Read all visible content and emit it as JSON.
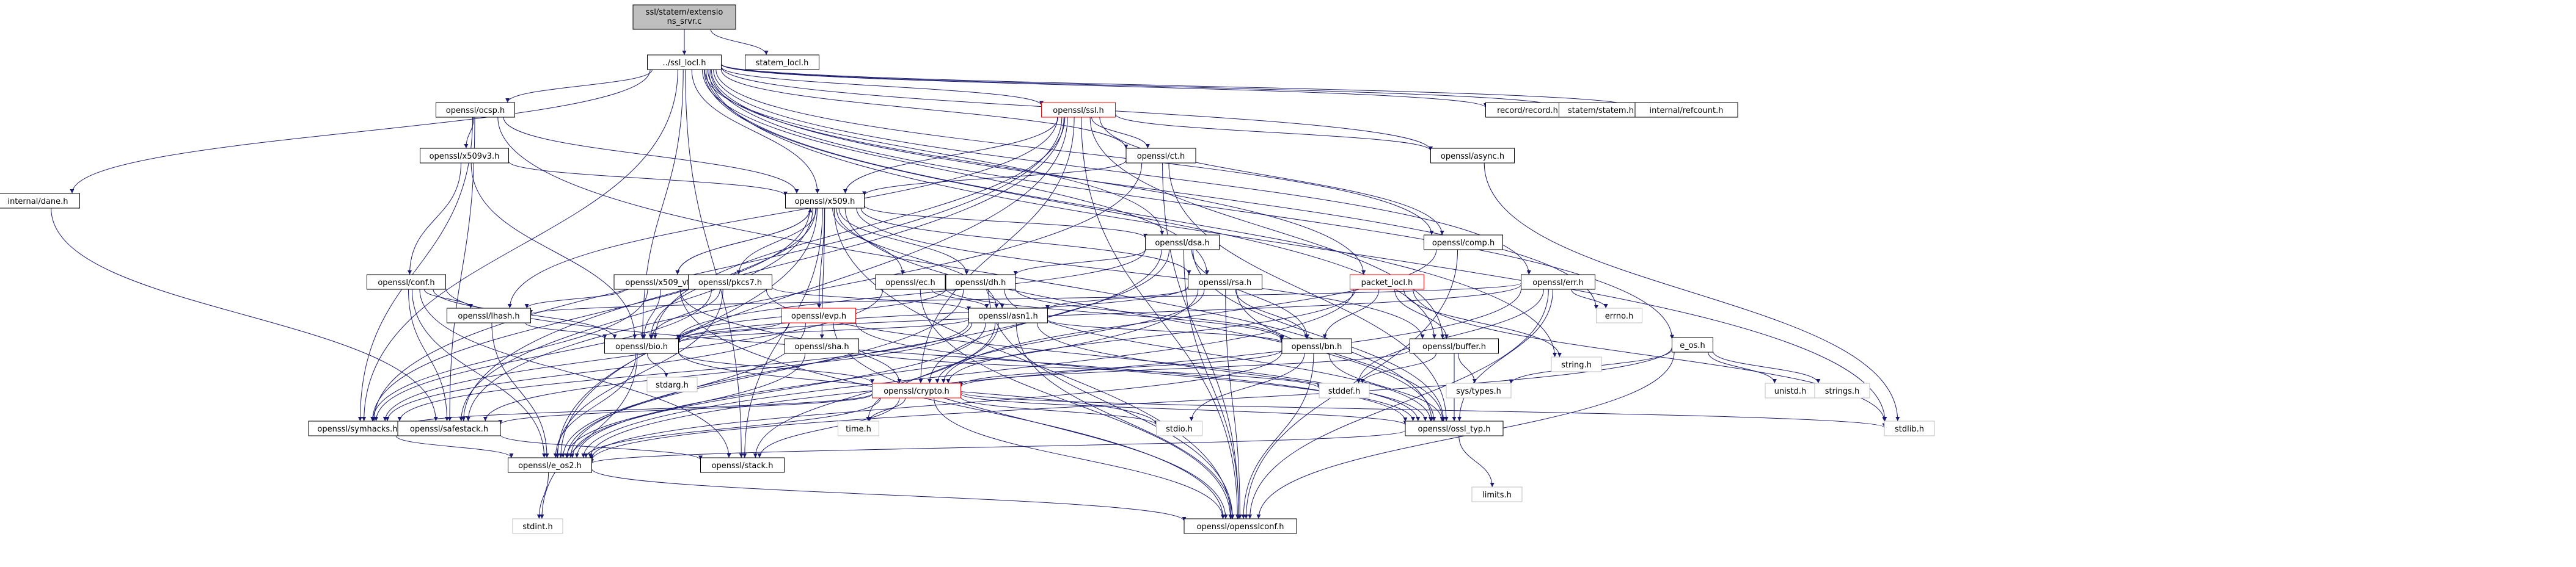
{
  "nodes": [
    {
      "id": "root",
      "label": "ssl/statem/extensions_srvr.c",
      "kind": "root"
    },
    {
      "id": "ssl_locl",
      "label": "../ssl_locl.h",
      "kind": "link"
    },
    {
      "id": "statem_locl",
      "label": "statem_locl.h",
      "kind": "link"
    },
    {
      "id": "ocsp",
      "label": "openssl/ocsp.h",
      "kind": "link"
    },
    {
      "id": "ssl",
      "label": "openssl/ssl.h",
      "kind": "red"
    },
    {
      "id": "record",
      "label": "record/record.h",
      "kind": "link"
    },
    {
      "id": "statem",
      "label": "statem/statem.h",
      "kind": "link"
    },
    {
      "id": "refcount",
      "label": "internal/refcount.h",
      "kind": "link"
    },
    {
      "id": "x509v3",
      "label": "openssl/x509v3.h",
      "kind": "link"
    },
    {
      "id": "ct",
      "label": "openssl/ct.h",
      "kind": "link"
    },
    {
      "id": "async",
      "label": "openssl/async.h",
      "kind": "link"
    },
    {
      "id": "dane",
      "label": "internal/dane.h",
      "kind": "link"
    },
    {
      "id": "x509",
      "label": "openssl/x509.h",
      "kind": "link"
    },
    {
      "id": "comp",
      "label": "openssl/comp.h",
      "kind": "link"
    },
    {
      "id": "dsa",
      "label": "openssl/dsa.h",
      "kind": "link"
    },
    {
      "id": "err",
      "label": "openssl/err.h",
      "kind": "link"
    },
    {
      "id": "conf",
      "label": "openssl/conf.h",
      "kind": "link"
    },
    {
      "id": "x509_vfy",
      "label": "openssl/x509_vfy.h",
      "kind": "link"
    },
    {
      "id": "pkcs7",
      "label": "openssl/pkcs7.h",
      "kind": "link"
    },
    {
      "id": "ec",
      "label": "openssl/ec.h",
      "kind": "link"
    },
    {
      "id": "dh",
      "label": "openssl/dh.h",
      "kind": "link"
    },
    {
      "id": "rsa",
      "label": "openssl/rsa.h",
      "kind": "link"
    },
    {
      "id": "packet",
      "label": "packet_locl.h",
      "kind": "red"
    },
    {
      "id": "lhash",
      "label": "openssl/lhash.h",
      "kind": "link"
    },
    {
      "id": "evp",
      "label": "openssl/evp.h",
      "kind": "red"
    },
    {
      "id": "asn1",
      "label": "openssl/asn1.h",
      "kind": "link"
    },
    {
      "id": "bn",
      "label": "openssl/bn.h",
      "kind": "link"
    },
    {
      "id": "buffer",
      "label": "openssl/buffer.h",
      "kind": "link"
    },
    {
      "id": "e_os",
      "label": "e_os.h",
      "kind": "link"
    },
    {
      "id": "errno",
      "label": "errno.h",
      "kind": "ext"
    },
    {
      "id": "bio",
      "label": "openssl/bio.h",
      "kind": "link"
    },
    {
      "id": "sha",
      "label": "openssl/sha.h",
      "kind": "link"
    },
    {
      "id": "string",
      "label": "string.h",
      "kind": "ext"
    },
    {
      "id": "stdarg",
      "label": "stdarg.h",
      "kind": "ext"
    },
    {
      "id": "crypto",
      "label": "openssl/crypto.h",
      "kind": "red"
    },
    {
      "id": "stddef",
      "label": "stddef.h",
      "kind": "ext"
    },
    {
      "id": "systypes",
      "label": "sys/types.h",
      "kind": "ext"
    },
    {
      "id": "unistd",
      "label": "unistd.h",
      "kind": "ext"
    },
    {
      "id": "strings",
      "label": "strings.h",
      "kind": "ext"
    },
    {
      "id": "symhacks",
      "label": "openssl/symhacks.h",
      "kind": "link"
    },
    {
      "id": "safestack",
      "label": "openssl/safestack.h",
      "kind": "link"
    },
    {
      "id": "time",
      "label": "time.h",
      "kind": "ext"
    },
    {
      "id": "stdio",
      "label": "stdio.h",
      "kind": "ext"
    },
    {
      "id": "ossl_typ",
      "label": "openssl/ossl_typ.h",
      "kind": "link"
    },
    {
      "id": "stdlib",
      "label": "stdlib.h",
      "kind": "ext"
    },
    {
      "id": "e_os2",
      "label": "openssl/e_os2.h",
      "kind": "link"
    },
    {
      "id": "stack",
      "label": "openssl/stack.h",
      "kind": "link"
    },
    {
      "id": "limits",
      "label": "limits.h",
      "kind": "ext"
    },
    {
      "id": "stdint",
      "label": "stdint.h",
      "kind": "ext"
    },
    {
      "id": "opensslconf",
      "label": "openssl/opensslconf.h",
      "kind": "link"
    }
  ],
  "edges": [
    [
      "root",
      "ssl_locl"
    ],
    [
      "root",
      "statem_locl"
    ],
    [
      "ssl_locl",
      "ocsp"
    ],
    [
      "ssl_locl",
      "ssl"
    ],
    [
      "ssl_locl",
      "record"
    ],
    [
      "ssl_locl",
      "statem"
    ],
    [
      "ssl_locl",
      "refcount"
    ],
    [
      "ssl_locl",
      "async"
    ],
    [
      "ssl_locl",
      "dane"
    ],
    [
      "ssl_locl",
      "ct"
    ],
    [
      "ssl_locl",
      "comp"
    ],
    [
      "ssl_locl",
      "dsa"
    ],
    [
      "ssl_locl",
      "err"
    ],
    [
      "ssl_locl",
      "rsa"
    ],
    [
      "ssl_locl",
      "packet"
    ],
    [
      "ssl_locl",
      "buffer"
    ],
    [
      "ssl_locl",
      "bio"
    ],
    [
      "ssl_locl",
      "string"
    ],
    [
      "ssl_locl",
      "stdlib"
    ],
    [
      "ssl_locl",
      "errno"
    ],
    [
      "ssl_locl",
      "e_os"
    ],
    [
      "ssl_locl",
      "symhacks"
    ],
    [
      "ssl_locl",
      "stack"
    ],
    [
      "ssl_locl",
      "x509"
    ],
    [
      "ocsp",
      "x509v3"
    ],
    [
      "ocsp",
      "x509"
    ],
    [
      "ocsp",
      "safestack"
    ],
    [
      "ocsp",
      "symhacks"
    ],
    [
      "ocsp",
      "ossl_typ"
    ],
    [
      "ssl",
      "x509"
    ],
    [
      "ssl",
      "e_os2"
    ],
    [
      "ssl",
      "comp"
    ],
    [
      "ssl",
      "bio"
    ],
    [
      "ssl",
      "lhash"
    ],
    [
      "ssl",
      "pem"
    ],
    [
      "ssl",
      "ct"
    ],
    [
      "ssl",
      "async"
    ],
    [
      "ssl",
      "opensslconf"
    ],
    [
      "ssl",
      "safestack"
    ],
    [
      "ssl",
      "symhacks"
    ],
    [
      "ssl",
      "crypto"
    ],
    [
      "ssl",
      "buffer"
    ],
    [
      "x509v3",
      "x509"
    ],
    [
      "x509v3",
      "conf"
    ],
    [
      "x509v3",
      "bio"
    ],
    [
      "ct",
      "x509"
    ],
    [
      "ct",
      "safestack"
    ],
    [
      "ct",
      "ossl_typ"
    ],
    [
      "ct",
      "opensslconf"
    ],
    [
      "async",
      "stdlib"
    ],
    [
      "dane",
      "safestack"
    ],
    [
      "x509",
      "buffer"
    ],
    [
      "x509",
      "evp"
    ],
    [
      "x509",
      "bio"
    ],
    [
      "x509",
      "stack"
    ],
    [
      "x509",
      "asn1"
    ],
    [
      "x509",
      "safestack"
    ],
    [
      "x509",
      "ec"
    ],
    [
      "x509",
      "rsa"
    ],
    [
      "x509",
      "dsa"
    ],
    [
      "x509",
      "dh"
    ],
    [
      "x509",
      "sha"
    ],
    [
      "x509",
      "ossl_typ"
    ],
    [
      "x509",
      "x509_vfy"
    ],
    [
      "x509",
      "pkcs7"
    ],
    [
      "x509",
      "e_os2"
    ],
    [
      "x509",
      "symhacks"
    ],
    [
      "x509",
      "opensslconf"
    ],
    [
      "comp",
      "crypto"
    ],
    [
      "comp",
      "opensslconf"
    ],
    [
      "dsa",
      "bio"
    ],
    [
      "dsa",
      "crypto"
    ],
    [
      "dsa",
      "ossl_typ"
    ],
    [
      "dsa",
      "bn"
    ],
    [
      "dsa",
      "dh"
    ],
    [
      "dsa",
      "e_os2"
    ],
    [
      "dsa",
      "opensslconf"
    ],
    [
      "err",
      "stddef"
    ],
    [
      "err",
      "e_os2"
    ],
    [
      "err",
      "ossl_typ"
    ],
    [
      "err",
      "bio"
    ],
    [
      "err",
      "lhash"
    ],
    [
      "err",
      "errno"
    ],
    [
      "err",
      "opensslconf"
    ],
    [
      "conf",
      "bio"
    ],
    [
      "conf",
      "lhash"
    ],
    [
      "conf",
      "safestack"
    ],
    [
      "conf",
      "stack"
    ],
    [
      "conf",
      "e_os2"
    ],
    [
      "conf",
      "ossl_typ"
    ],
    [
      "x509_vfy",
      "x509"
    ],
    [
      "x509_vfy",
      "lhash"
    ],
    [
      "x509_vfy",
      "bio"
    ],
    [
      "x509_vfy",
      "crypto"
    ],
    [
      "x509_vfy",
      "symhacks"
    ],
    [
      "x509_vfy",
      "opensslconf"
    ],
    [
      "pkcs7",
      "asn1"
    ],
    [
      "pkcs7",
      "bio"
    ],
    [
      "pkcs7",
      "e_os2"
    ],
    [
      "pkcs7",
      "symhacks"
    ],
    [
      "pkcs7",
      "ossl_typ"
    ],
    [
      "ec",
      "asn1"
    ],
    [
      "ec",
      "symhacks"
    ],
    [
      "ec",
      "bn"
    ],
    [
      "ec",
      "opensslconf"
    ],
    [
      "dh",
      "bio"
    ],
    [
      "dh",
      "asn1"
    ],
    [
      "dh",
      "ossl_typ"
    ],
    [
      "dh",
      "bn"
    ],
    [
      "dh",
      "e_os2"
    ],
    [
      "dh",
      "opensslconf"
    ],
    [
      "rsa",
      "asn1"
    ],
    [
      "rsa",
      "bio"
    ],
    [
      "rsa",
      "crypto"
    ],
    [
      "rsa",
      "ossl_typ"
    ],
    [
      "rsa",
      "bn"
    ],
    [
      "rsa",
      "e_os2"
    ],
    [
      "rsa",
      "opensslconf"
    ],
    [
      "packet",
      "string"
    ],
    [
      "packet",
      "stdlib"
    ],
    [
      "packet",
      "buffer"
    ],
    [
      "packet",
      "bn"
    ],
    [
      "packet",
      "crypto"
    ],
    [
      "packet",
      "e_os2"
    ],
    [
      "lhash",
      "bio"
    ],
    [
      "lhash",
      "e_os2"
    ],
    [
      "evp",
      "bio"
    ],
    [
      "evp",
      "symhacks"
    ],
    [
      "evp",
      "e_os2"
    ],
    [
      "evp",
      "ossl_typ"
    ],
    [
      "evp",
      "opensslconf"
    ],
    [
      "asn1",
      "time"
    ],
    [
      "asn1",
      "e_os2"
    ],
    [
      "asn1",
      "bio"
    ],
    [
      "asn1",
      "stack"
    ],
    [
      "asn1",
      "safestack"
    ],
    [
      "asn1",
      "asn1"
    ],
    [
      "asn1",
      "symhacks"
    ],
    [
      "asn1",
      "ossl_typ"
    ],
    [
      "asn1",
      "bn"
    ],
    [
      "asn1",
      "opensslconf"
    ],
    [
      "bn",
      "e_os2"
    ],
    [
      "bn",
      "stdio"
    ],
    [
      "bn",
      "ossl_typ"
    ],
    [
      "bn",
      "crypto"
    ],
    [
      "bn",
      "opensslconf"
    ],
    [
      "buffer",
      "ossl_typ"
    ],
    [
      "buffer",
      "stddef"
    ],
    [
      "buffer",
      "systypes"
    ],
    [
      "buffer",
      "crypto"
    ],
    [
      "e_os",
      "unistd"
    ],
    [
      "e_os",
      "strings"
    ],
    [
      "e_os",
      "systypes"
    ],
    [
      "e_os",
      "e_os2"
    ],
    [
      "e_os",
      "opensslconf"
    ],
    [
      "bio",
      "e_os2"
    ],
    [
      "bio",
      "stdio"
    ],
    [
      "bio",
      "stdarg"
    ],
    [
      "bio",
      "crypto"
    ],
    [
      "bio",
      "stdint"
    ],
    [
      "sha",
      "e_os2"
    ],
    [
      "sha",
      "stddef"
    ],
    [
      "crypto",
      "stdlib"
    ],
    [
      "crypto",
      "e_os2"
    ],
    [
      "crypto",
      "stdio"
    ],
    [
      "crypto",
      "stack"
    ],
    [
      "crypto",
      "safestack"
    ],
    [
      "crypto",
      "opensslconf"
    ],
    [
      "crypto",
      "ossl_typ"
    ],
    [
      "crypto",
      "symhacks"
    ],
    [
      "crypto",
      "time"
    ],
    [
      "symhacks",
      "e_os2"
    ],
    [
      "safestack",
      "stack"
    ],
    [
      "ossl_typ",
      "e_os2"
    ],
    [
      "ossl_typ",
      "limits"
    ],
    [
      "e_os2",
      "opensslconf"
    ],
    [
      "e_os2",
      "stdint"
    ]
  ]
}
